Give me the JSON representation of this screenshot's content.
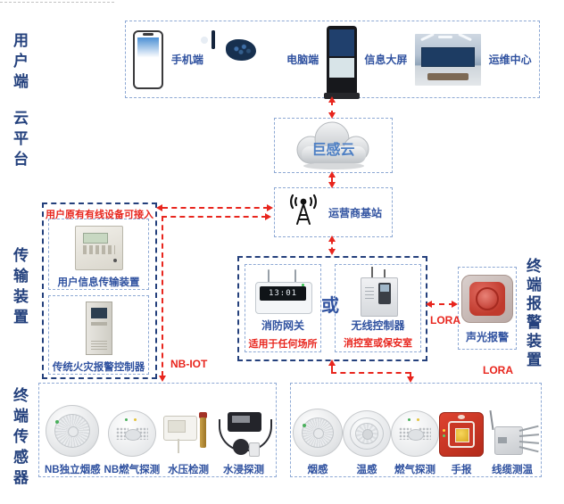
{
  "colors": {
    "navy": "#24417d",
    "device_label_blue": "#3052a0",
    "red": "#e8261e",
    "thin_border_blue": "#8ea9d4",
    "cloud_text_blue": "#4d7fc4"
  },
  "side_labels": {
    "user_end": "用户端",
    "cloud_platform": "云平台",
    "transmission_device": "传输装置",
    "terminal_sensors": "终端传感器",
    "terminal_alarm_device": "终端报警装置"
  },
  "user_devices": [
    {
      "label": "手机端",
      "icon": "smartphone-icon"
    },
    {
      "label": "电脑端",
      "icon": "desktop-monitor-icon"
    },
    {
      "label": "信息大屏",
      "icon": "info-kiosk-icon"
    },
    {
      "label": "运维中心",
      "icon": "operations-center-photo"
    }
  ],
  "cloud": {
    "label": "巨感云",
    "icon": "cloud-icon"
  },
  "base_station": {
    "label": "运营商基站",
    "icon": "antenna-tower-icon"
  },
  "transmission": {
    "note": "用户原有有线设备可接入",
    "devices": [
      {
        "label": "用户信息传输装置",
        "icon": "wall-transmitter-icon"
      },
      {
        "label": "传统火灾报警控制器",
        "icon": "fire-alarm-cabinet-icon"
      }
    ]
  },
  "gateway_section": {
    "gateway": {
      "label": "消防网关",
      "note": "适用于任何场所",
      "display": "13:01",
      "icon": "fire-gateway-icon"
    },
    "or_word": "或",
    "controller": {
      "label": "无线控制器",
      "note": "消控室或保安室",
      "icon": "wireless-controller-icon"
    }
  },
  "alarm": {
    "label": "声光报警",
    "icon": "sound-light-alarm-icon"
  },
  "links": {
    "nb_iot": "NB-IOT",
    "lora_right": "LORA",
    "lora_bottom": "LORA"
  },
  "nb_sensors": [
    {
      "label": "NB独立烟感",
      "icon": "smoke-detector-icon"
    },
    {
      "label": "NB燃气探测",
      "icon": "gas-detector-icon"
    },
    {
      "label": "水压检测",
      "icon": "water-pressure-sensor-icon"
    },
    {
      "label": "水浸探测",
      "icon": "water-leak-sensor-icon"
    }
  ],
  "lora_sensors": [
    {
      "label": "烟感",
      "icon": "smoke-detector-icon"
    },
    {
      "label": "温感",
      "icon": "heat-detector-icon"
    },
    {
      "label": "燃气探测",
      "icon": "gas-detector-icon"
    },
    {
      "label": "手报",
      "icon": "manual-call-point-icon"
    },
    {
      "label": "线缆测温",
      "icon": "cable-temperature-sensor-icon"
    }
  ]
}
